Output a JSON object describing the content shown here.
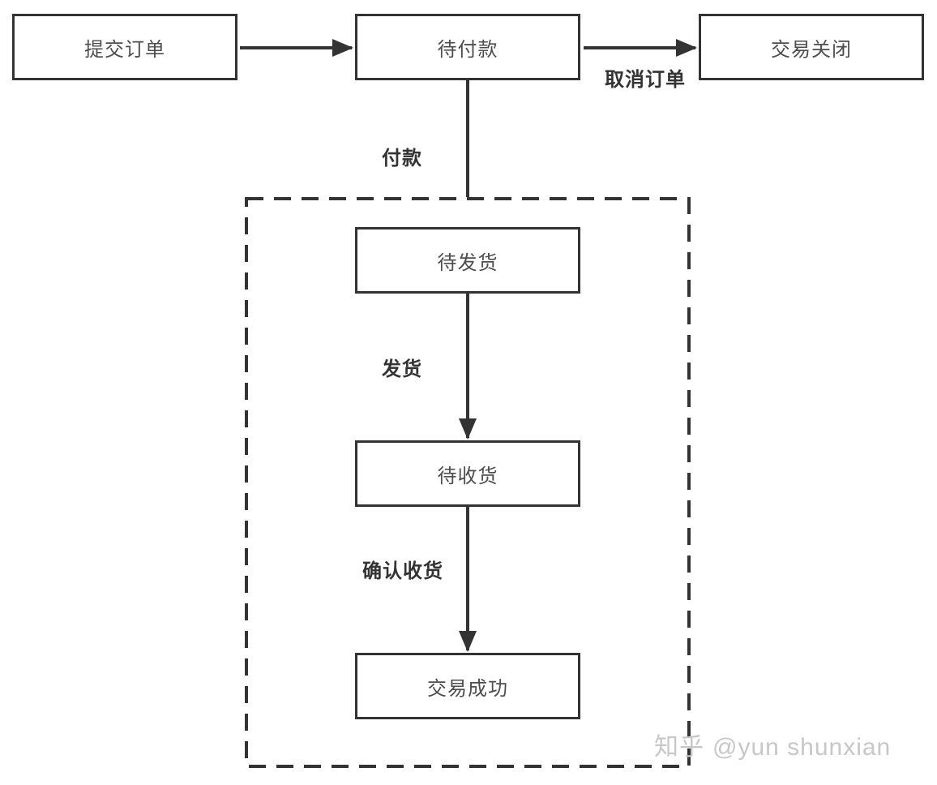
{
  "diagram": {
    "title": "order-status-flowchart",
    "nodes": {
      "submit_order": {
        "label": "提交订单"
      },
      "pending_payment": {
        "label": "待付款"
      },
      "transaction_closed": {
        "label": "交易关闭"
      },
      "pending_shipment": {
        "label": "待发货"
      },
      "pending_receipt": {
        "label": "待收货"
      },
      "transaction_success": {
        "label": "交易成功"
      }
    },
    "edges": {
      "cancel_order": {
        "label": "取消订单",
        "from": "pending_payment",
        "to": "transaction_closed"
      },
      "pay": {
        "label": "付款",
        "from": "pending_payment",
        "to": "pending_shipment_group"
      },
      "deliver": {
        "label": "发货",
        "from": "pending_shipment",
        "to": "pending_receipt"
      },
      "confirm_receipt": {
        "label": "确认收货",
        "from": "pending_receipt",
        "to": "transaction_success"
      },
      "submit_to_payment": {
        "label": "",
        "from": "submit_order",
        "to": "pending_payment"
      }
    },
    "colors": {
      "line": "#333333",
      "node_border": "#333333",
      "node_text": "#4d4d4d",
      "edge_label_text": "#333333",
      "background": "#ffffff",
      "watermark_text": "#c7c7c7"
    }
  },
  "watermark": {
    "brand": "知乎",
    "handle": "@yun shunxian"
  }
}
